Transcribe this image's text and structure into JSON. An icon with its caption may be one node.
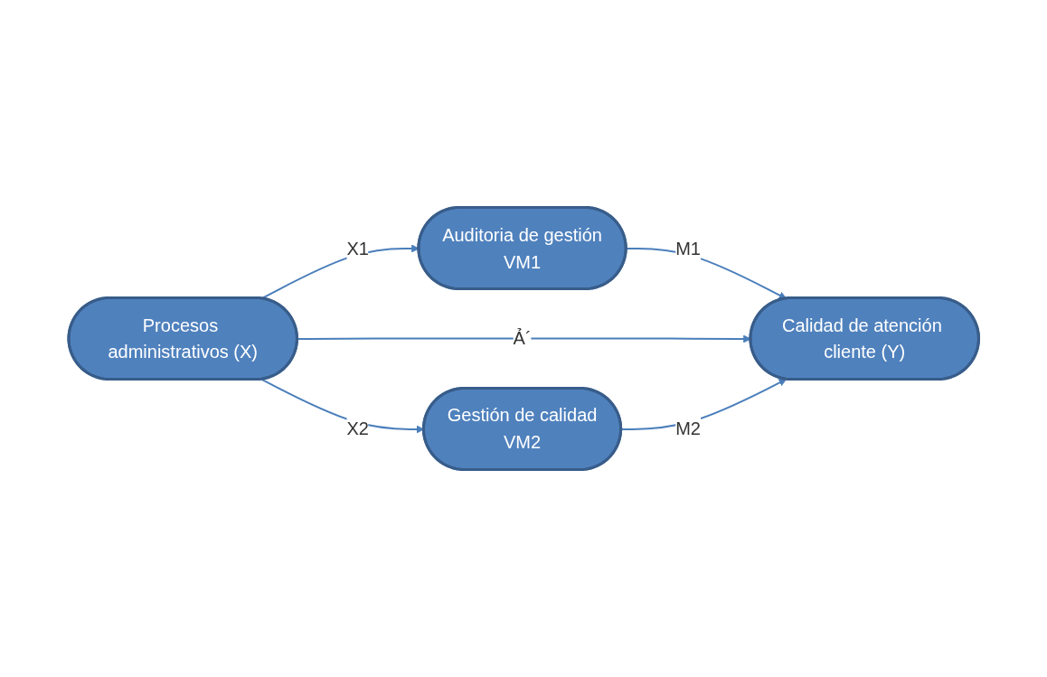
{
  "diagram": {
    "nodes": [
      {
        "text": [
          "Auditoria de gestión",
          "VM1"
        ]
      },
      {
        "text": [
          "Procesos administrativos (X)"
        ]
      },
      {
        "text": [
          "Calidad de atención cliente (Y)"
        ]
      },
      {
        "text": [
          "Gestión de calidad",
          "VM2"
        ]
      }
    ],
    "edges": [
      {
        "from": 1,
        "to": 0,
        "arrow": "to",
        "label": "X1"
      },
      {
        "from": 0,
        "to": 2,
        "arrow": "to",
        "label": "M1"
      },
      {
        "from": 1,
        "to": 2,
        "arrow": "to",
        "label": "Ả´"
      },
      {
        "from": 1,
        "to": 3,
        "arrow": "to",
        "label": "X2"
      },
      {
        "from": 3,
        "to": 2,
        "arrow": "to",
        "label": "M2"
      }
    ]
  }
}
